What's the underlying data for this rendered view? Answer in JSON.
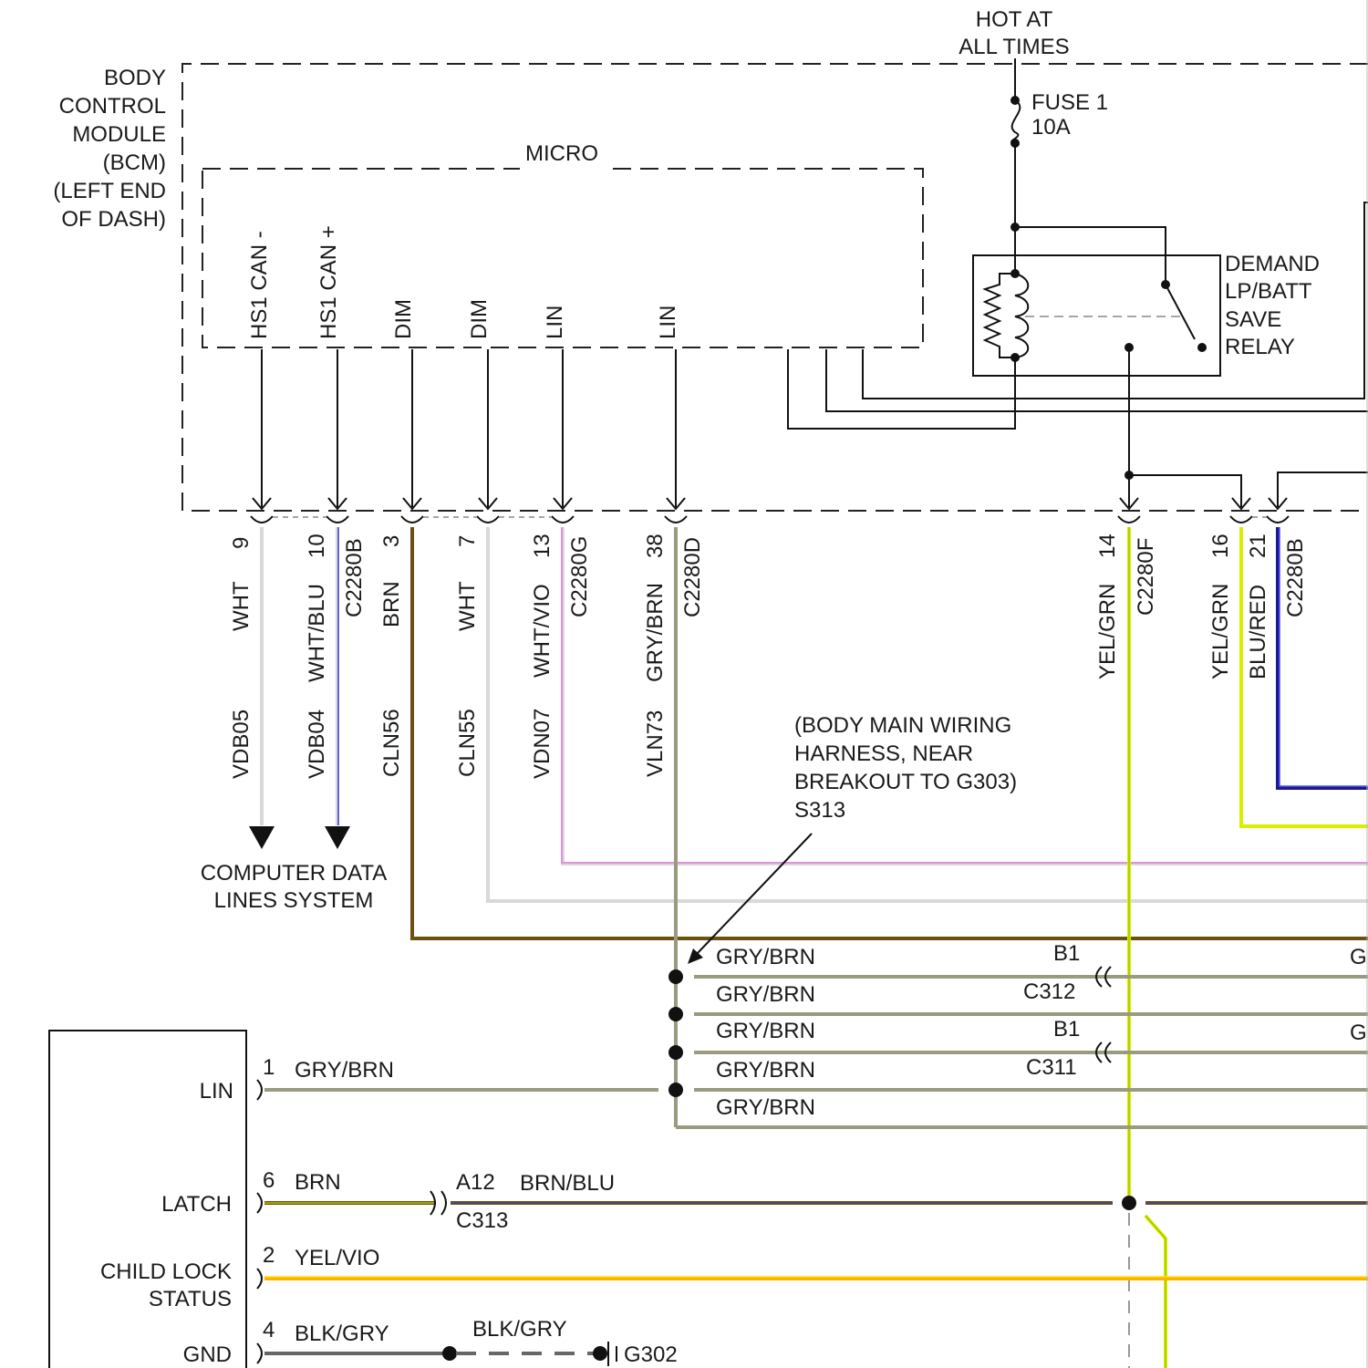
{
  "modules": {
    "bcm_label": [
      "BODY",
      "CONTROL",
      "MODULE",
      "(BCM)",
      "(LEFT END",
      "OF DASH)"
    ],
    "micro_label": "MICRO",
    "micro_pins": [
      "HS1 CAN -",
      "HS1 CAN +",
      "DIM",
      "DIM",
      "LIN",
      "LIN"
    ]
  },
  "power": {
    "hot_label": [
      "HOT AT",
      "ALL TIMES"
    ],
    "fuse_label": [
      "FUSE 1",
      "10A"
    ],
    "relay_label": [
      "DEMAND",
      "LP/BATT",
      "SAVE",
      "RELAY"
    ]
  },
  "bcm_circuits": [
    {
      "pin": "9",
      "color": "WHT",
      "circuit": "VDB05",
      "connector": ""
    },
    {
      "pin": "10",
      "color": "WHT/BLU",
      "circuit": "VDB04",
      "connector": "C2280B"
    },
    {
      "pin": "3",
      "color": "BRN",
      "circuit": "CLN56",
      "connector": ""
    },
    {
      "pin": "7",
      "color": "WHT",
      "circuit": "CLN55",
      "connector": ""
    },
    {
      "pin": "13",
      "color": "WHT/VIO",
      "circuit": "VDN07",
      "connector": "C2280G"
    },
    {
      "pin": "38",
      "color": "GRY/BRN",
      "circuit": "VLN73",
      "connector": "C2280D"
    }
  ],
  "right_circuits": [
    {
      "pin": "14",
      "color": "YEL/GRN",
      "connector": "C2280F"
    },
    {
      "pin": "16",
      "color": "YEL/GRN",
      "connector": ""
    },
    {
      "pin": "21",
      "color": "BLU/RED",
      "connector": "C2280B"
    }
  ],
  "data_lines_label": [
    "COMPUTER DATA",
    "LINES SYSTEM"
  ],
  "splice": {
    "label": [
      "(BODY MAIN WIRING",
      "HARNESS, NEAR",
      "BREAKOUT TO G303)",
      "S313"
    ],
    "branches": [
      "GRY/BRN",
      "GRY/BRN",
      "GRY/BRN",
      "GRY/BRN",
      "GRY/BRN"
    ],
    "connectors": [
      {
        "pin": "B1",
        "connector": "C312",
        "right": "G"
      },
      {
        "pin": "B1",
        "connector": "C311",
        "right": "G"
      }
    ]
  },
  "lower_module": {
    "lin_label": "LIN",
    "lin_pin": "1",
    "lin_color": "GRY/BRN",
    "latch_label": "LATCH",
    "latch_pin": "6",
    "latch_color": "BRN",
    "latch_conn_pin": "A12",
    "latch_conn_color": "BRN/BLU",
    "latch_connector": "C313",
    "child_label": [
      "CHILD LOCK",
      "STATUS"
    ],
    "child_pin": "2",
    "child_color": "YEL/VIO",
    "gnd_label": "GND",
    "gnd_pin": "4",
    "gnd_color": "BLK/GRY",
    "gnd_color2": "BLK/GRY",
    "ground": "G302"
  },
  "wire_colors": {
    "white": "#d9d9d9",
    "blue": "#3a3ad0",
    "brown": "#6b5210",
    "violet": "#e07be0",
    "gray_brown": "#9a9a80",
    "yellow_green": "#d8f000",
    "navy": "#1a1a8a",
    "orange_yellow": "#ffb000",
    "black_gray": "#666666"
  }
}
